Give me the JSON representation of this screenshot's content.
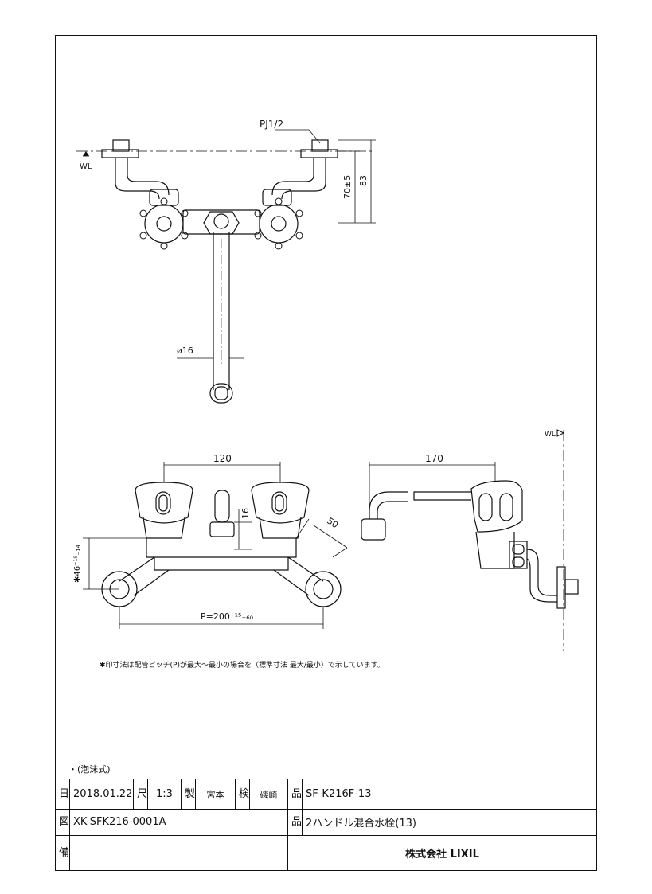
{
  "drawing": {
    "pipe_thread_label": "PJ1/2",
    "wl_label": "WL",
    "dim_83": "83",
    "dim_70": "70±5",
    "dim_dia16": "ø16",
    "dim_120": "120",
    "dim_16": "16",
    "dim_50": "50",
    "dim_46": "✱46⁺¹⁹₋₁₄",
    "dim_pitch": "P=200⁺¹⁵₋₆₀",
    "dim_170": "170",
    "wl_side_label": "WL"
  },
  "notes": {
    "pitch_note": "✱印寸法は配管ピッチ(P)が最大～最小の場合を（標準寸法 最大/最小）で示しています。",
    "foam_type": "・(泡沫式)"
  },
  "title_block": {
    "date_label": "日付",
    "date": "2018.01.22",
    "scale_label": "尺度",
    "scale": "1:3",
    "drawn_label": "製図",
    "drawn_by": "宮本",
    "checked_label": "検図",
    "checked_by": "磯崎",
    "product_no_label": "品番",
    "product_no": "SF-K216F-13",
    "drawing_no_label": "図番",
    "drawing_no": "XK-SFK216-0001A",
    "product_name_label": "品名",
    "product_name": "2ハンドル混合水栓(13)",
    "remarks_label": "備考",
    "company": "株式会社 LIXIL"
  }
}
